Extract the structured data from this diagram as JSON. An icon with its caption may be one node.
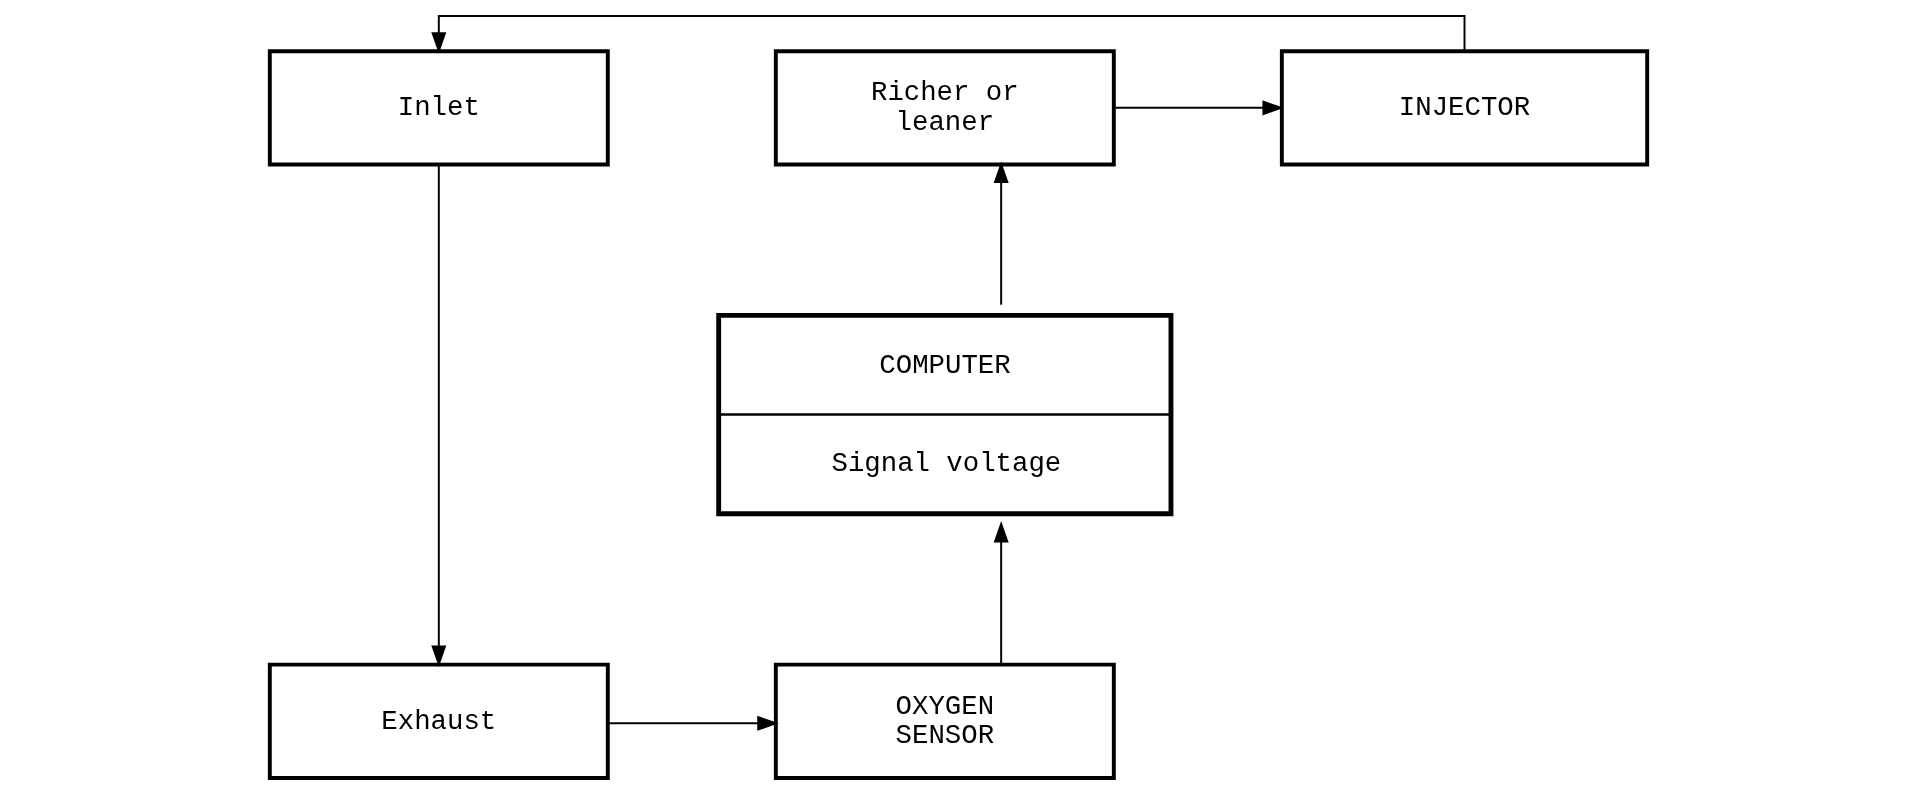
{
  "diagram": {
    "nodes": [
      {
        "text": [
          "Inlet"
        ]
      },
      {
        "text": [
          "INJECTOR"
        ]
      },
      {
        "text": [
          "Richer or leaner"
        ]
      },
      {
        "text": [
          "COMPUTER",
          "Signal voltage"
        ]
      },
      {
        "text": [
          "Exhaust"
        ]
      },
      {
        "text": [
          "OXYGEN SENSOR"
        ]
      }
    ],
    "edges": [
      {
        "from": 1,
        "to": 0,
        "arrow": "to"
      },
      {
        "from": 2,
        "to": 1,
        "arrow": "to"
      },
      {
        "from": 3,
        "to": 2,
        "arrow": "to"
      },
      {
        "from": 0,
        "to": 4,
        "arrow": "to"
      },
      {
        "from": 4,
        "to": 5,
        "arrow": "to"
      },
      {
        "from": 5,
        "to": 3,
        "arrow": "to"
      }
    ]
  }
}
